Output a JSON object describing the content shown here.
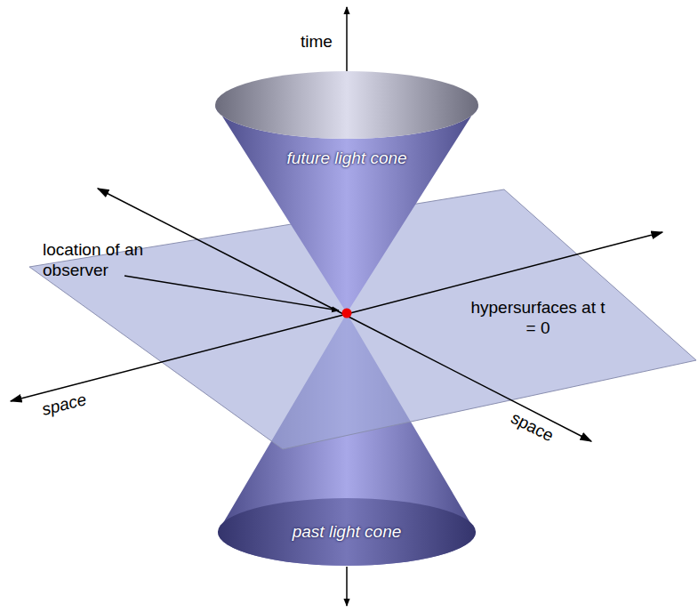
{
  "diagram": {
    "nodes": [
      {
        "text": [
          "future light cone"
        ]
      },
      {
        "text": [
          "past light cone"
        ]
      }
    ],
    "labels": [
      "time",
      "location of an observer",
      "hypersurfaces at t = 0",
      "space",
      "space"
    ]
  }
}
